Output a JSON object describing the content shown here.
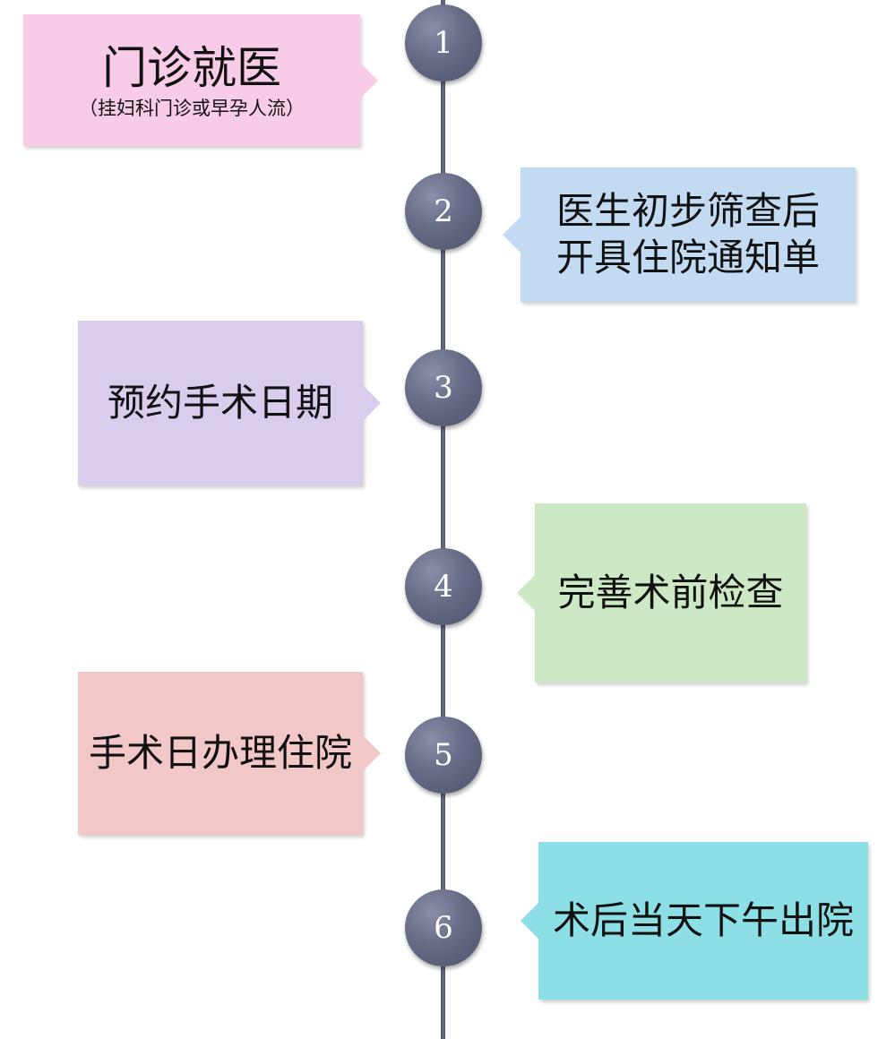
{
  "steps": [
    {
      "number": "1",
      "label": "门诊就医",
      "sublabel": "（挂妇科门诊或早孕人流）",
      "color": "#f8cce6"
    },
    {
      "number": "2",
      "label_lines": [
        "医生初步筛查后",
        "开具住院通知单"
      ],
      "color": "#c2dbf2"
    },
    {
      "number": "3",
      "label": "预约手术日期",
      "color": "#d9cced"
    },
    {
      "number": "4",
      "label": "完善术前检查",
      "color": "#cce8c4"
    },
    {
      "number": "5",
      "label": "手术日办理住院",
      "color": "#f2c7c7"
    },
    {
      "number": "6",
      "label": "术后当天下午出院",
      "color": "#8bdfe5"
    }
  ]
}
